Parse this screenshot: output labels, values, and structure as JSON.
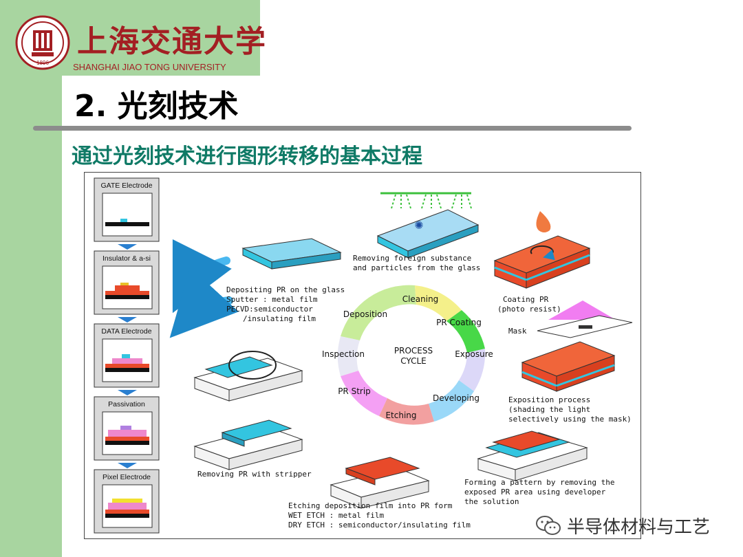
{
  "header": {
    "university_cn": "上海交通大学",
    "university_en": "SHANGHAI JIAO TONG UNIVERSITY",
    "seal_year": "1896"
  },
  "slide": {
    "title": "2. 光刻技术",
    "subtitle": "通过光刻技术进行图形转移的基本过程"
  },
  "figure": {
    "side_steps": [
      "GATE Electrode",
      "Insulator & a-si",
      "DATA Electrode",
      "Passivation",
      "Pixel Electrode"
    ],
    "cycle_center": [
      "PROCESS",
      "CYCLE"
    ],
    "cycle_steps": [
      "Cleaning",
      "PR Coating",
      "Exposure",
      "Developing",
      "Etching",
      "PR Strip",
      "Inspection",
      "Deposition"
    ],
    "captions": {
      "cleaning": [
        "Removing foreign substance",
        "and particles from the glass"
      ],
      "deposition": [
        "Depositing PR on the glass",
        "Sputter : metal film",
        "PECVD:semiconductor",
        "/insulating film"
      ],
      "coating": [
        "Coating PR",
        "(photo resist)"
      ],
      "mask": "Mask",
      "exposure": [
        "Exposition process",
        "(shading the light",
        "selectively using the mask)"
      ],
      "developing": [
        "Forming a pattern by removing the",
        "exposed PR area using developer",
        "the solution"
      ],
      "etching": [
        "Etching deposition film into PR form",
        "WET ETCH : metal film",
        "DRY ETCH : semiconductor/insulating film"
      ],
      "strip": "Removing PR with stripper"
    },
    "colors": {
      "cyan": "#33c5e0",
      "orange": "#f0653a",
      "magenta": "#ee66ee",
      "red": "#e8402a"
    }
  },
  "watermark": {
    "text": "半导体材料与工艺",
    "icon": "wechat-icon"
  }
}
